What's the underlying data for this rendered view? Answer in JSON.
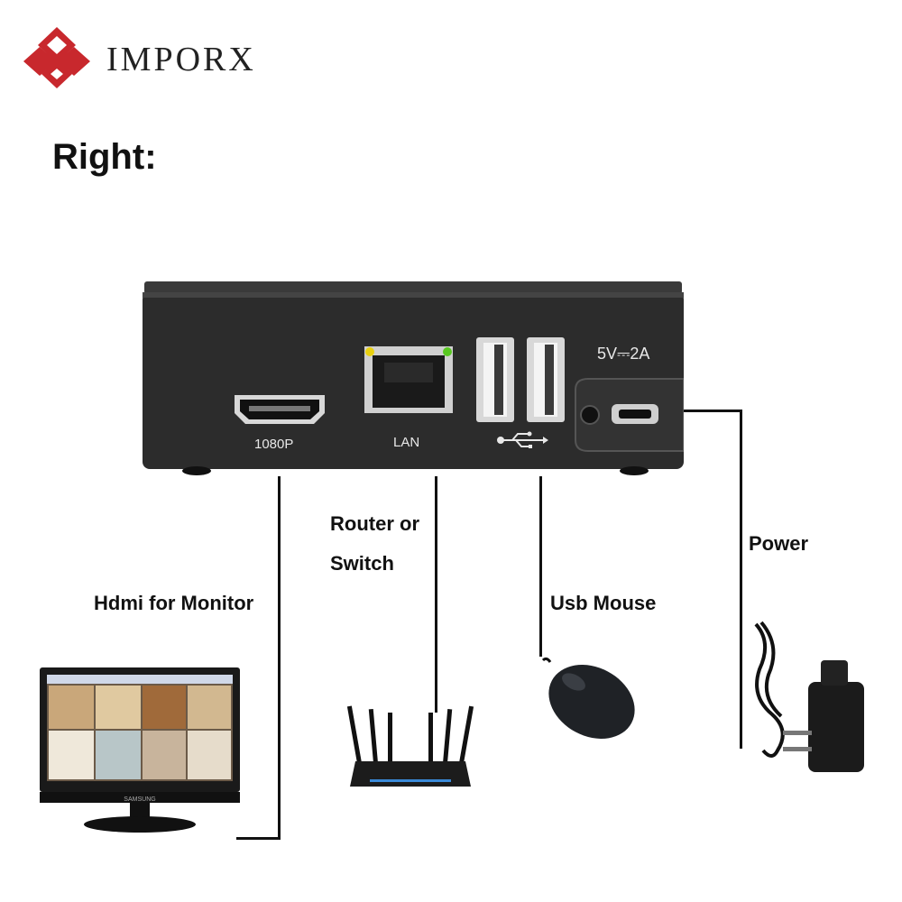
{
  "brand": {
    "name": "IMPORX"
  },
  "heading": "Right:",
  "device": {
    "port_labels": {
      "hdmi": "1080P",
      "lan": "LAN",
      "power": "5V⎓2A"
    }
  },
  "connections": {
    "hdmi": "Hdmi for Monitor",
    "router_line1": "Router or",
    "router_line2": "Switch",
    "usb": "Usb Mouse",
    "power": "Power"
  },
  "monitor": {
    "brand": "SAMSUNG"
  },
  "icons": [
    "imporx-logo",
    "usb-symbol-icon",
    "monitor-image",
    "router-image",
    "mouse-image",
    "power-adapter-image"
  ],
  "colors": {
    "logo_red": "#c8282d",
    "device_body": "#2b2b2b",
    "led_yellow": "#e8d010",
    "led_green": "#58c820"
  }
}
